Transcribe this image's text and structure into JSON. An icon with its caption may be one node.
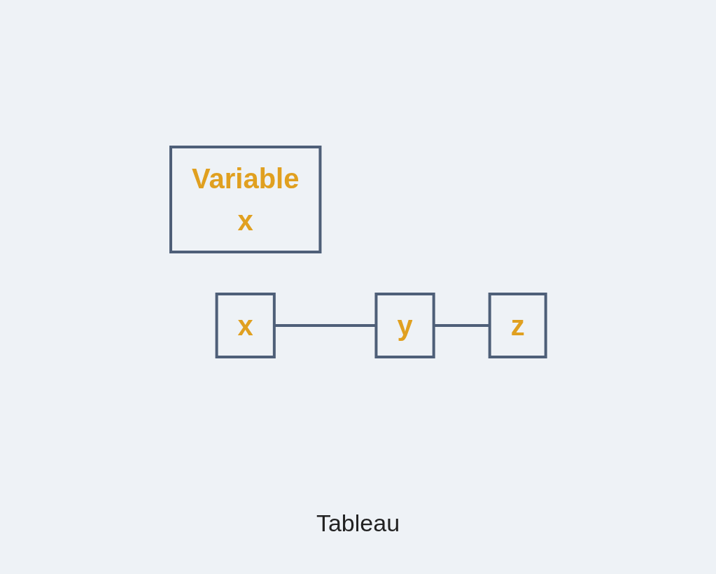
{
  "diagram": {
    "nodes": [
      {
        "text": [
          "Variable",
          "x"
        ]
      },
      {
        "text": [
          "x"
        ]
      },
      {
        "text": [
          "y"
        ]
      },
      {
        "text": [
          "z"
        ]
      }
    ],
    "edges": [
      {
        "from": 1,
        "to": 2,
        "arrow": "none"
      },
      {
        "from": 2,
        "to": 3,
        "arrow": "none"
      }
    ],
    "labels": [
      "Tableau"
    ]
  }
}
